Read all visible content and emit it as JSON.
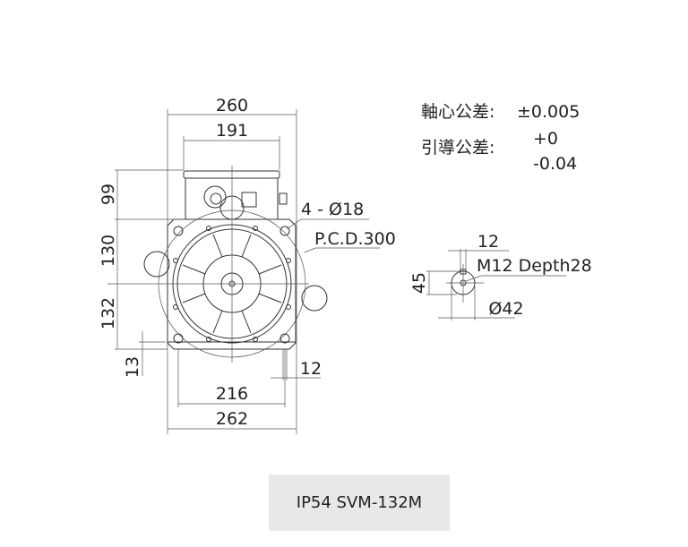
{
  "dimensions": {
    "width_top": "260",
    "box_width": "191",
    "box_height": "99",
    "upper_height": "130",
    "lower_height": "132",
    "base_thickness": "13",
    "foot_width": "12",
    "hole_spacing": "216",
    "base_width": "262",
    "holes": "4 - Ø18",
    "pcd": "P.C.D.300"
  },
  "tolerances": {
    "shaft_label": "軸心公差:",
    "shaft_value": "±0.005",
    "pilot_label": "引導公差:",
    "pilot_upper": "+0",
    "pilot_lower": "-0.04"
  },
  "shaft_detail": {
    "key_width": "12",
    "thread": "M12 Depth28",
    "height": "45",
    "diameter": "Ø42"
  },
  "model_label": "IP54 SVM-132M"
}
